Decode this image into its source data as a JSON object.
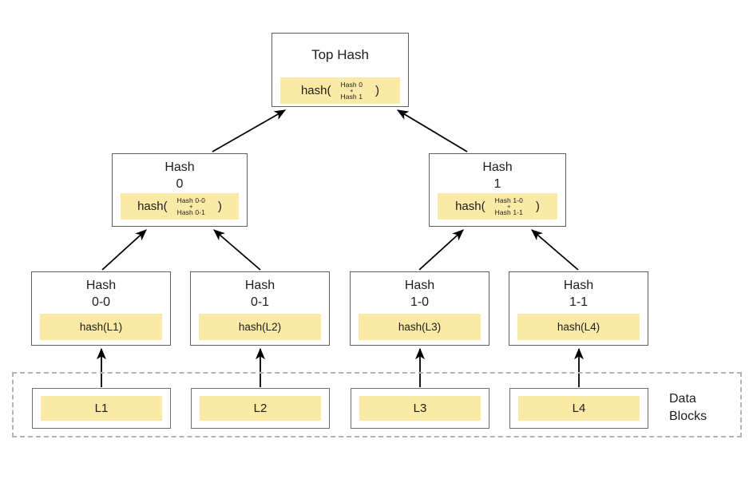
{
  "colors": {
    "band_yellow": "#FBE9A6",
    "box_border": "#5F5F5F",
    "dashed_border": "#B3B3B3",
    "text": "#1C1C1C",
    "arrow": "#000000"
  },
  "diagram": {
    "top_hash": {
      "title": "Top Hash",
      "fn": "hash(",
      "args": [
        "Hash 0",
        "Hash 1"
      ],
      "plus": "+",
      "close": ")"
    },
    "hash_0": {
      "title": [
        "Hash",
        "0"
      ],
      "fn": "hash(",
      "args": [
        "Hash 0-0",
        "Hash 0-1"
      ],
      "plus": "+",
      "close": ")"
    },
    "hash_1": {
      "title": [
        "Hash",
        "1"
      ],
      "fn": "hash(",
      "args": [
        "Hash 1-0",
        "Hash 1-1"
      ],
      "plus": "+",
      "close": ")"
    },
    "hash_00": {
      "title": [
        "Hash",
        "0-0"
      ],
      "band": "hash(L1)"
    },
    "hash_01": {
      "title": [
        "Hash",
        "0-1"
      ],
      "band": "hash(L2)"
    },
    "hash_10": {
      "title": [
        "Hash",
        "1-0"
      ],
      "band": "hash(L3)"
    },
    "hash_11": {
      "title": [
        "Hash",
        "1-1"
      ],
      "band": "hash(L4)"
    },
    "blocks": [
      {
        "label": "L1"
      },
      {
        "label": "L2"
      },
      {
        "label": "L3"
      },
      {
        "label": "L4"
      }
    ],
    "data_blocks_label": [
      "Data",
      "Blocks"
    ],
    "edges": [
      {
        "from": "hash-0",
        "to": "top-hash"
      },
      {
        "from": "hash-1",
        "to": "top-hash"
      },
      {
        "from": "hash-0-0",
        "to": "hash-0"
      },
      {
        "from": "hash-0-1",
        "to": "hash-0"
      },
      {
        "from": "hash-1-0",
        "to": "hash-1"
      },
      {
        "from": "hash-1-1",
        "to": "hash-1"
      },
      {
        "from": "block-l1",
        "to": "hash-0-0"
      },
      {
        "from": "block-l2",
        "to": "hash-0-1"
      },
      {
        "from": "block-l3",
        "to": "hash-1-0"
      },
      {
        "from": "block-l4",
        "to": "hash-1-1"
      }
    ]
  }
}
